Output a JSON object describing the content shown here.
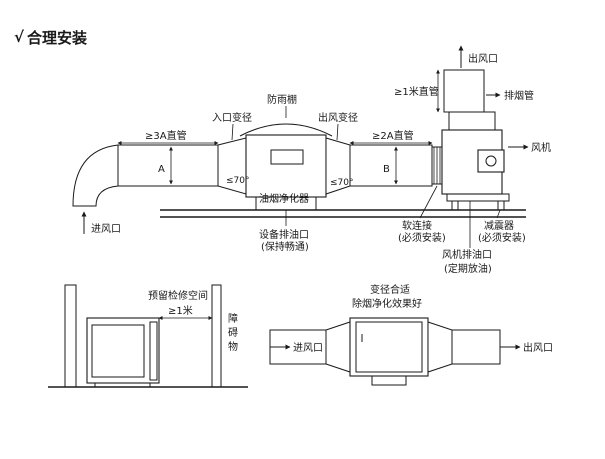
{
  "header": {
    "check_mark": "√",
    "title": "合理安装"
  },
  "top_diagram": {
    "outlet_top": "出风口",
    "straight_above": "≥1米直管",
    "exhaust_pipe": "排烟管",
    "fan": "风机",
    "rain_shed": "防雨棚",
    "inlet_reducer": "入口变径",
    "outlet_reducer": "出风变径",
    "straight_3a": "≥3A直管",
    "straight_2a": "≥2A直管",
    "dim_a": "A",
    "dim_b": "B",
    "angle_left": "≤70°",
    "angle_right": "≤70°",
    "purifier": "油烟净化器",
    "inlet": "进风口",
    "drain_main": "设备排油口",
    "drain_main_note": "(保持畅通)",
    "soft_joint": "软连接",
    "soft_joint_note": "(必须安装)",
    "damper": "减震器",
    "damper_note": "(必须安装)",
    "fan_drain": "风机排油口",
    "fan_drain_note": "(定期放油)"
  },
  "bottom_left": {
    "space": "预留检修空间",
    "dim_1m": "≥1米",
    "obstacle": [
      "障",
      "碍",
      "物"
    ]
  },
  "bottom_right": {
    "reducer_line1": "变径合适",
    "reducer_line2": "除烟净化效果好",
    "inlet": "进风口",
    "outlet": "出风口"
  }
}
